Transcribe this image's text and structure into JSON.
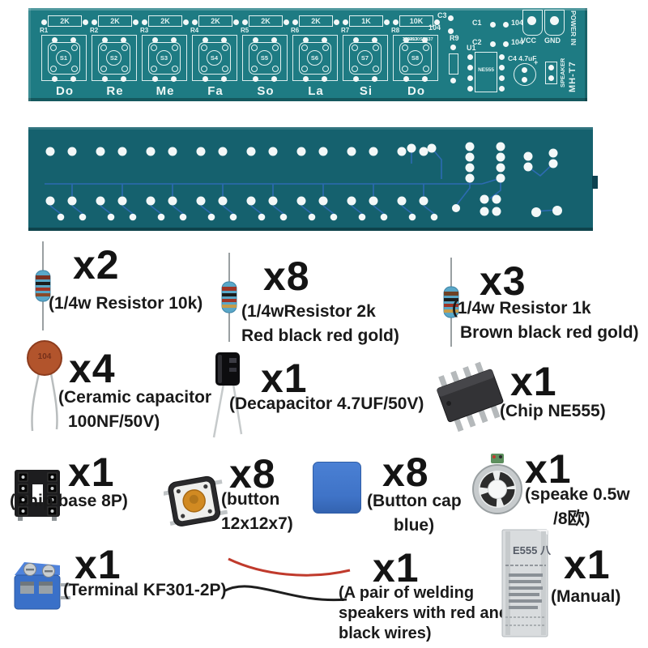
{
  "colors": {
    "pcb_front": "#1e7b83",
    "pcb_back": "#15616e",
    "trace_blue": "#2e6cb5",
    "silkscreen": "#e3f2f1",
    "button_cap_blue": "#3f73c7",
    "terminal_blue": "#3a70c8",
    "wire_red": "#c03a2c",
    "wire_black": "#1e1e1e",
    "text": "#1a1a1a"
  },
  "pcb_front": {
    "model": "MH-T7",
    "batch_line1": "1163930SP837",
    "batch_line2": "309413",
    "keys": [
      {
        "r_ref": "R1",
        "r_value": "2K",
        "s_ref": "S1",
        "note": "Do"
      },
      {
        "r_ref": "R2",
        "r_value": "2K",
        "s_ref": "S2",
        "note": "Re"
      },
      {
        "r_ref": "R3",
        "r_value": "2K",
        "s_ref": "S3",
        "note": "Me"
      },
      {
        "r_ref": "R4",
        "r_value": "2K",
        "s_ref": "S4",
        "note": "Fa"
      },
      {
        "r_ref": "R5",
        "r_value": "2K",
        "s_ref": "S5",
        "note": "So"
      },
      {
        "r_ref": "R6",
        "r_value": "2K",
        "s_ref": "S6",
        "note": "La"
      },
      {
        "r_ref": "R7",
        "r_value": "1K",
        "s_ref": "S7",
        "note": "Si"
      },
      {
        "r_ref": "R8",
        "r_value": "10K",
        "s_ref": "S8",
        "note": "Do"
      }
    ],
    "labels": {
      "c3": "C3",
      "c3_value": "104",
      "r9": "R9",
      "c1": "C1",
      "c1_value": "104",
      "c2": "C2",
      "c2_value": "104",
      "u1": "U1",
      "ic": "NE555",
      "c4": "C4 4.7uF",
      "plus": "+",
      "vcc": "VCC",
      "gnd": "GND",
      "power_in": "POWER IN",
      "speaker": "SPEAKER"
    }
  },
  "ceramic_marking": "104",
  "manual": {
    "title": "E555 八"
  },
  "parts": [
    {
      "id": "resistor-10k",
      "qty": "x2",
      "lines": [
        "(1/4w Resistor 10k)"
      ]
    },
    {
      "id": "resistor-2k",
      "qty": "x8",
      "lines": [
        "(1/4wResistor 2k",
        "Red black red gold)"
      ]
    },
    {
      "id": "resistor-1k",
      "qty": "x3",
      "lines": [
        "(1/4w Resistor 1k",
        "Brown black red gold)"
      ]
    },
    {
      "id": "ceramic-capacitor",
      "qty": "x4",
      "lines": [
        "(Ceramic capacitor",
        "100NF/50V)"
      ]
    },
    {
      "id": "electrolytic-capacitor",
      "qty": "x1",
      "lines": [
        "(Decapacitor 4.7UF/50V)"
      ]
    },
    {
      "id": "chip-ne555",
      "qty": "x1",
      "lines": [
        "(Chip NE555)"
      ]
    },
    {
      "id": "chip-base-8p",
      "qty": "x1",
      "lines": [
        "(Chip base 8P)"
      ]
    },
    {
      "id": "button",
      "qty": "x8",
      "lines": [
        "(button",
        "12x12x7)"
      ]
    },
    {
      "id": "button-cap",
      "qty": "x8",
      "lines": [
        "(Button cap",
        "blue)"
      ]
    },
    {
      "id": "speaker",
      "qty": "x1",
      "lines": [
        "(speake 0.5w",
        "/8欧)"
      ]
    },
    {
      "id": "terminal-kf301",
      "qty": "x1",
      "lines": [
        "(Terminal KF301-2P)"
      ]
    },
    {
      "id": "speaker-wires",
      "qty": "x1",
      "lines": [
        "(A pair of welding",
        "speakers with red and",
        "black wires)"
      ]
    },
    {
      "id": "manual",
      "qty": "x1",
      "lines": [
        "(Manual)"
      ]
    }
  ]
}
